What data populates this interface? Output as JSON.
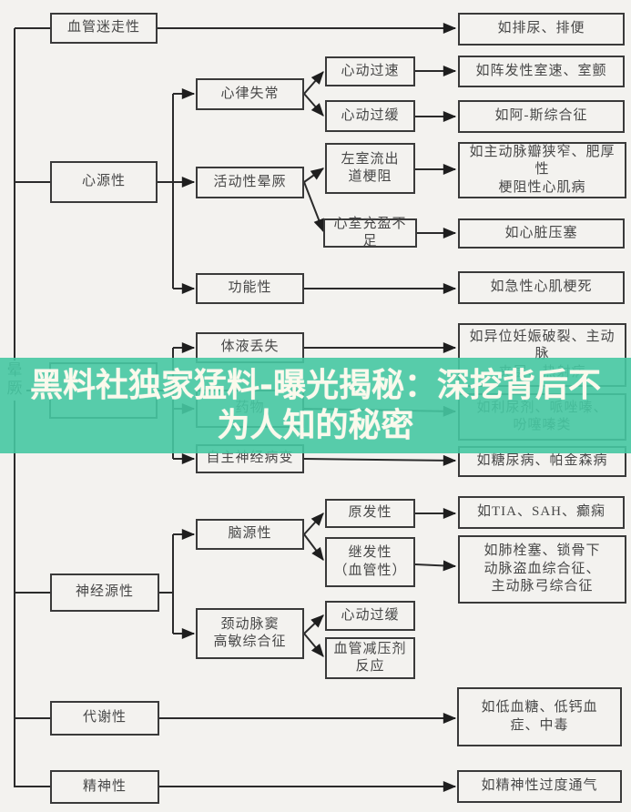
{
  "banner": {
    "line1": "黑料社独家猛料-曝光揭秘：深挖背后不",
    "line2": "为人知的秘密",
    "background_color": "#46c8a2",
    "text_color": "#fbf9ec"
  },
  "diagram": {
    "root": "晕厥",
    "level1": {
      "vasovagal": "血管迷走性",
      "cardiac": "心源性",
      "covered": "",
      "neurogenic": "神经源性",
      "metabolic": "代谢性",
      "psychiatric": "精神性"
    },
    "level2": {
      "arrhythmia": "心律失常",
      "exertional": "活动性晕厥",
      "functional": "功能性",
      "fluid_loss": "体液丢失",
      "drugs": "药物",
      "autonomic": "自主神经病变",
      "cerebral": "脑源性",
      "carotid": "颈动脉窦\n高敏综合征"
    },
    "level3": {
      "tachycardia": "心动过速",
      "bradycardia": "心动过缓",
      "lvot": "左室流出\n道梗阻",
      "filling": "心室充盈不足",
      "primary": "原发性",
      "secondary": "继发性\n（血管性）",
      "bradycardia2": "心动过缓",
      "vasodepressor": "血管减压剂\n反应"
    },
    "outcomes": {
      "vasovagal": "如排尿、排便",
      "tachycardia": "如阵发性室速、室颤",
      "bradycardia": "如阿-斯综合征",
      "lvot": "如主动脉瓣狭窄、肥厚性\n梗阻性心肌病",
      "filling": "如心脏压塞",
      "functional": "如急性心肌梗死",
      "fluid_loss": "如异位妊娠破裂、主动脉\n夹层、热射病",
      "drugs": "如利尿剂、哌唑嗪、\n吩噻嗪类",
      "autonomic": "如糖尿病、帕金森病",
      "primary": "如TIA、SAH、癫痫",
      "secondary": "如肺栓塞、锁骨下\n动脉盗血综合征、\n主动脉弓综合征",
      "metabolic": "如低血糖、低钙血\n症、中毒",
      "psychiatric": "如精神性过度通气"
    }
  }
}
